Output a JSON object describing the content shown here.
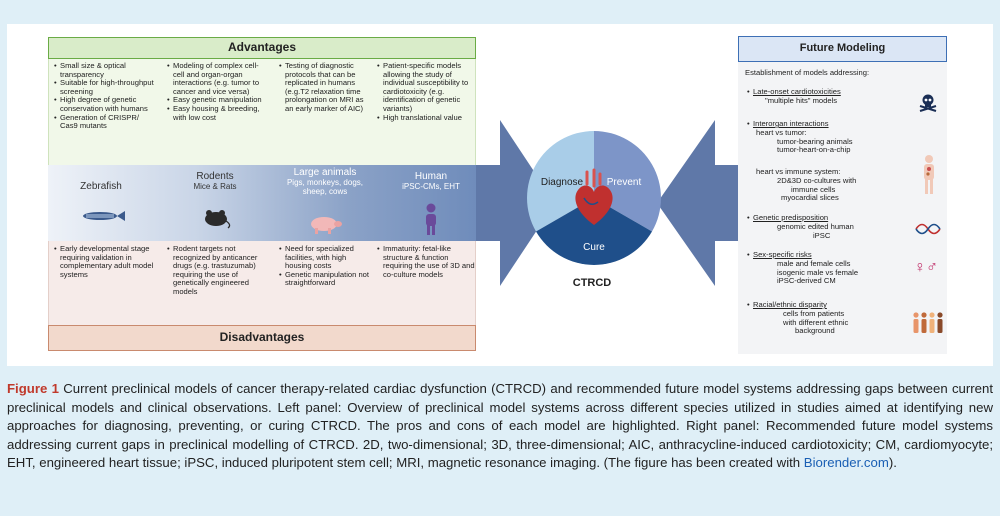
{
  "advantages": {
    "title": "Advantages",
    "zebrafish": [
      "Small size & optical transparency",
      "Suitable for high-throughput screening",
      "High degree of genetic conservation with humans",
      "Generation of CRISPR/ Cas9 mutants"
    ],
    "rodents": [
      "Modeling of complex cell-cell and organ-organ interactions (e.g. tumor to cancer and vice versa)",
      "Easy genetic manipulation",
      "Easy housing & breeding, with low cost"
    ],
    "large_animals": [
      "Testing of diagnostic protocols that can be replicated in humans (e.g.T2 relaxation time prolongation on MRI as an early marker of AIC)"
    ],
    "human": [
      "Patient-specific models allowing the study of individual susceptibility to cardiotoxicity (e.g. identification of genetic variants)",
      "High translational value"
    ]
  },
  "species": {
    "zebrafish": "Zebrafish",
    "rodents": "Rodents",
    "rodents_sub": "Mice & Rats",
    "large_animals": "Large animals",
    "large_animals_sub": "Pigs, monkeys, dogs, sheep, cows",
    "human": "Human",
    "human_sub": "iPSC-CMs, EHT"
  },
  "disadvantages": {
    "title": "Disadvantages",
    "zebrafish": [
      "Early developmental stage requiring validation in complementary adult model systems"
    ],
    "rodents": [
      "Rodent targets not recognized by anticancer drugs (e.g. trastuzumab) requiring the use of genetically engineered models"
    ],
    "large_animals": [
      "Need for specialized facilities, with high housing costs",
      "Genetic manipulation not straightforward"
    ],
    "human": [
      "Immaturity: fetal-like structure & function requiring the use of 3D and co-culture models"
    ]
  },
  "circle": {
    "diagnose": "Diagnose",
    "prevent": "Prevent",
    "cure": "Cure",
    "label": "CTRCD"
  },
  "future": {
    "title": "Future Modeling",
    "intro": "Establishment of models addressing:",
    "late_onset_title": "Late-onset cardiotoxicities",
    "late_onset_desc": "\"multiple hits\" models",
    "organ_title": "Interorgan interactions",
    "organ_l1": "heart vs tumor:",
    "organ_l2": "tumor-bearing animals",
    "organ_l3": "tumor-heart-on-a-chip",
    "immune_l1": "heart vs immune system:",
    "immune_l2": "2D&3D co-cultures with",
    "immune_l3": "immune cells",
    "immune_l4": "myocardial slices",
    "genetic_title": "Genetic predisposition",
    "genetic_l1": "genomic edited human",
    "genetic_l2": "iPSC",
    "sex_title": "Sex-specific risks",
    "sex_l1": "male and female cells",
    "sex_l2": "isogenic male vs female",
    "sex_l3": "iPSC-derived CM",
    "racial_title": "Racial/ethnic disparity",
    "racial_l1": "cells from patients",
    "racial_l2": "with different ethnic",
    "racial_l3": "background",
    "sex_symbols": "♀♂"
  },
  "caption": {
    "fig_label": "Figure 1",
    "text": " Current preclinical models of cancer therapy-related cardiac dysfunction (CTRCD) and recommended future model systems addressing gaps between current preclinical models and clinical observations. Left panel: Overview of preclinical model systems across different species utilized in studies aimed at identifying new approaches for diagnosing, preventing, or curing CTRCD. The pros and cons of each model are highlighted. Right panel: Recommended future model systems addressing current gaps in preclinical modelling of CTRCD. 2D, two-dimensional; 3D, three-dimensional; AIC, anthracycline-induced cardiotoxicity; CM, cardiomyocyte; EHT, engineered heart tissue; iPSC, induced pluripotent stem cell; MRI, magnetic resonance imaging. (The figure has been created with ",
    "link": "Biorender.com",
    "end": ")."
  },
  "colors": {
    "advantages": "#6aab45",
    "disadvantages": "#c98a6e",
    "future": "#3d6fb5",
    "arrow": "#5f78a8",
    "circle_top": "#a9cde8",
    "circle_right": "#7d95c8",
    "circle_bottom": "#1f4f8a"
  }
}
